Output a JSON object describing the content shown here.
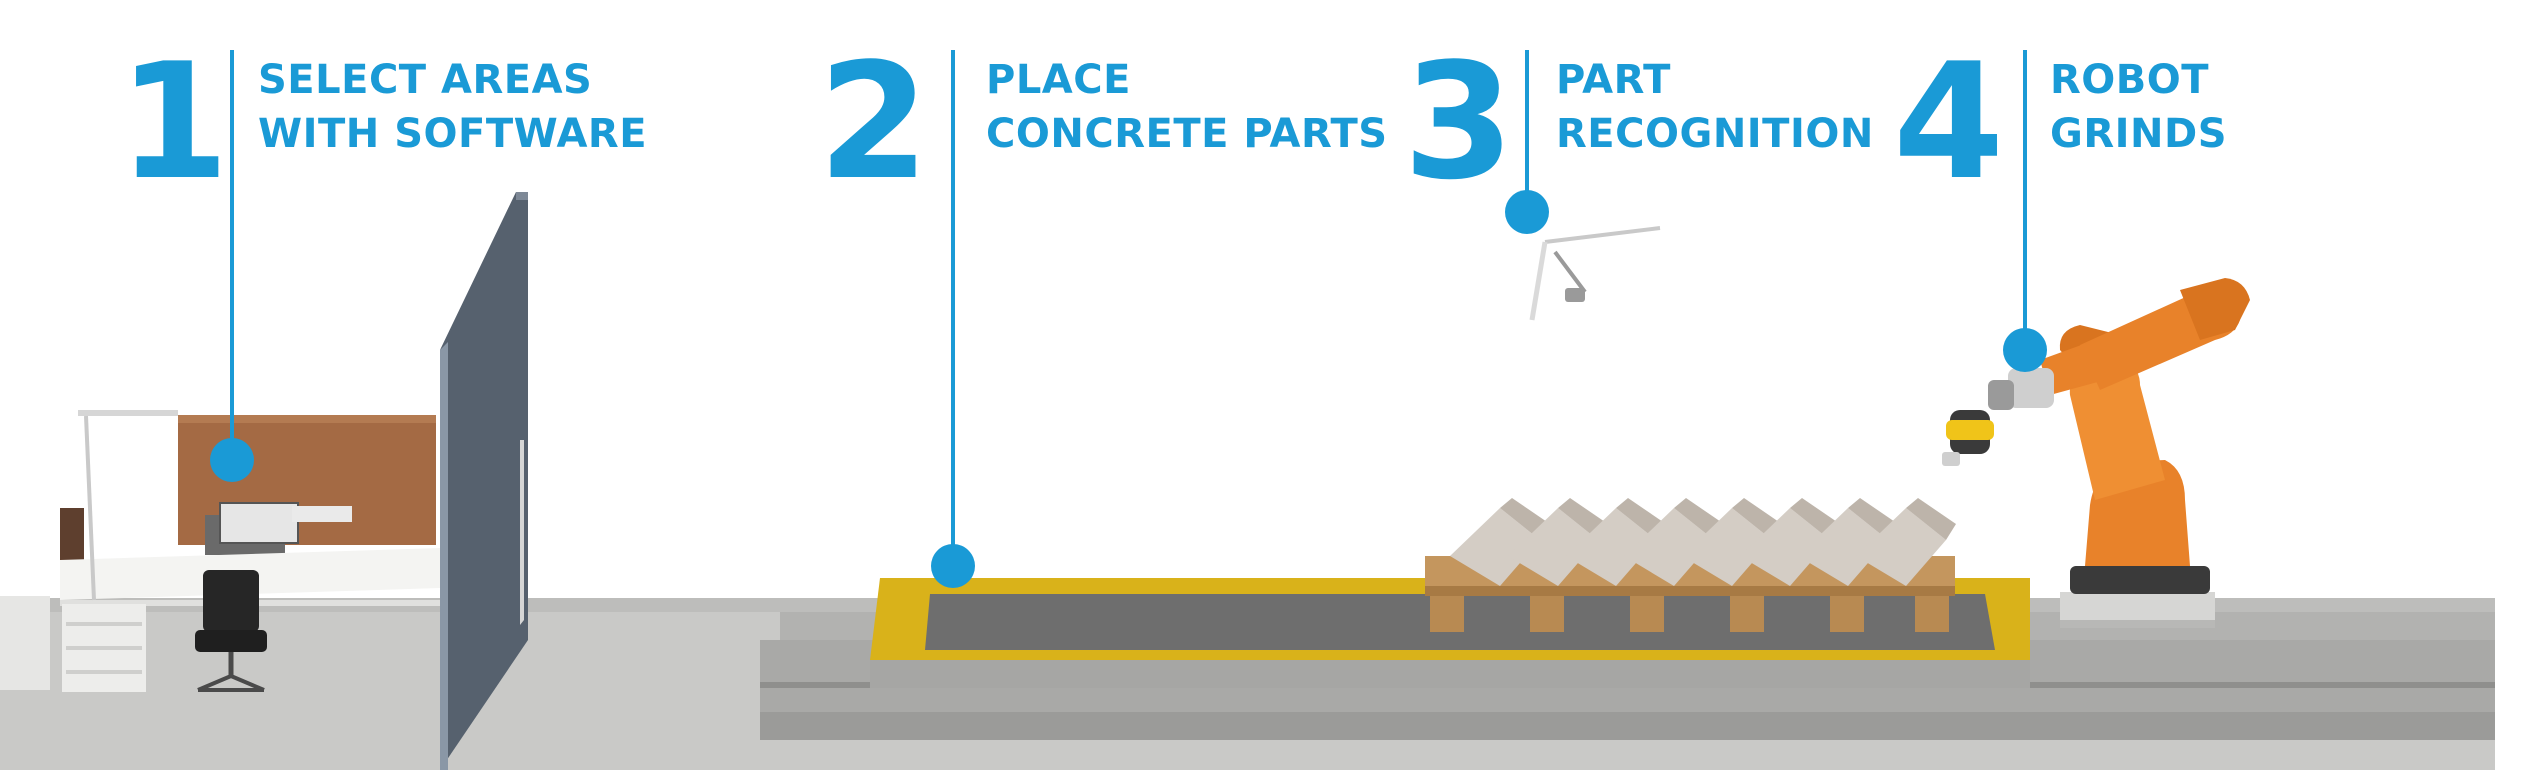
{
  "colors": {
    "accent": "#1a9ad6",
    "robot": "#e8822a",
    "safety_yellow": "#d9b21a",
    "floor": "#c8c8c6",
    "wall": "#5a6775"
  },
  "steps": [
    {
      "number": "1",
      "line1": "SELECT AREAS",
      "line2": "WITH SOFTWARE"
    },
    {
      "number": "2",
      "line1": "PLACE",
      "line2": "CONCRETE PARTS"
    },
    {
      "number": "3",
      "line1": "PART",
      "line2": "RECOGNITION"
    },
    {
      "number": "4",
      "line1": "ROBOT",
      "line2": "GRINDS"
    }
  ]
}
